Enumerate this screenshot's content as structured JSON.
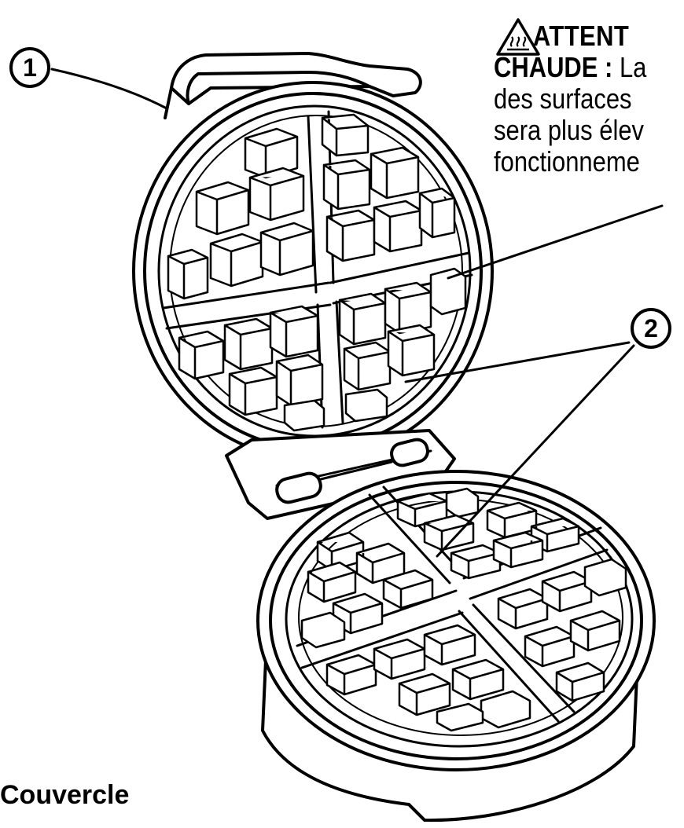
{
  "warning": {
    "title": "ATTENT",
    "line1_bold": "CHAUDE :",
    "line1_rest": " La",
    "line2": "des surfaces",
    "line3": "sera plus élev",
    "line4": "fonctionneme"
  },
  "callouts": {
    "one": "1",
    "two": "2"
  },
  "caption": "Couvercle",
  "icons": {
    "warning": "hot-surface-warning-icon"
  }
}
